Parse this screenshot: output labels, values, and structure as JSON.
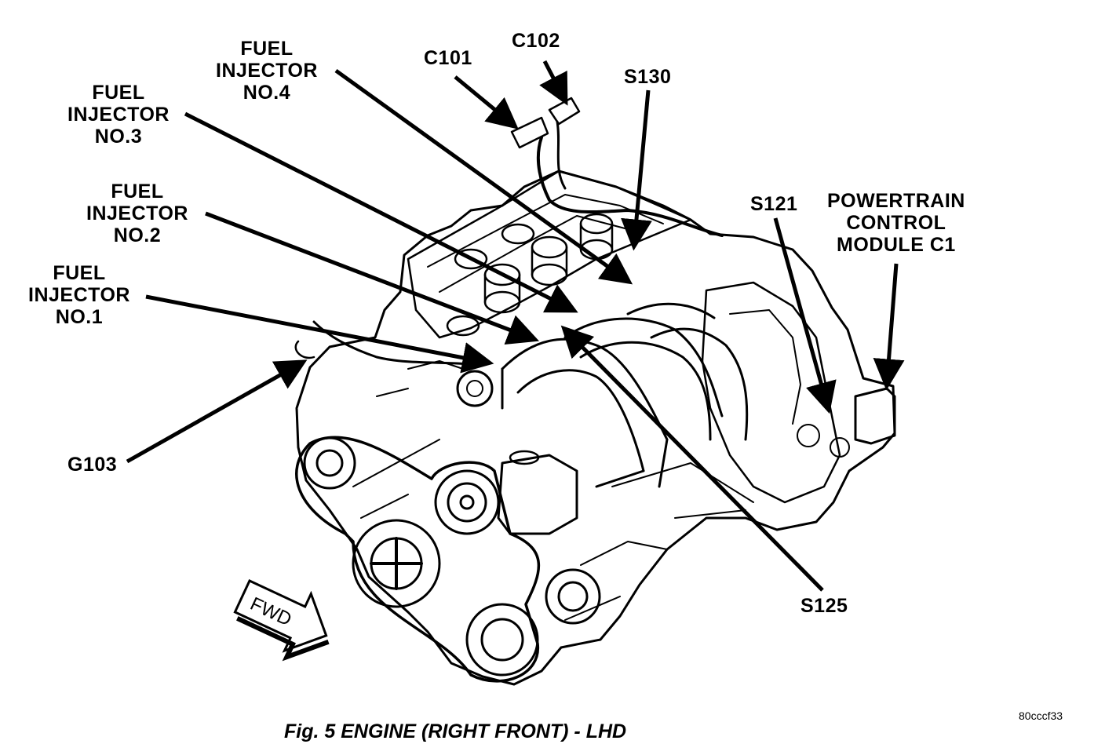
{
  "labels": {
    "fuel_injector_4": [
      "FUEL",
      "INJECTOR",
      "NO.4"
    ],
    "fuel_injector_3": [
      "FUEL",
      "INJECTOR",
      "NO.3"
    ],
    "fuel_injector_2": [
      "FUEL",
      "INJECTOR",
      "NO.2"
    ],
    "fuel_injector_1": [
      "FUEL",
      "INJECTOR",
      "NO.1"
    ],
    "c101": "C101",
    "c102": "C102",
    "s130": "S130",
    "s121": "S121",
    "pcm": [
      "POWERTRAIN",
      "CONTROL",
      "MODULE C1"
    ],
    "g103": "G103",
    "s125": "S125",
    "fwd": "FWD"
  },
  "caption": "Fig. 5 ENGINE (RIGHT FRONT) - LHD",
  "figure_id": "80cccf33"
}
